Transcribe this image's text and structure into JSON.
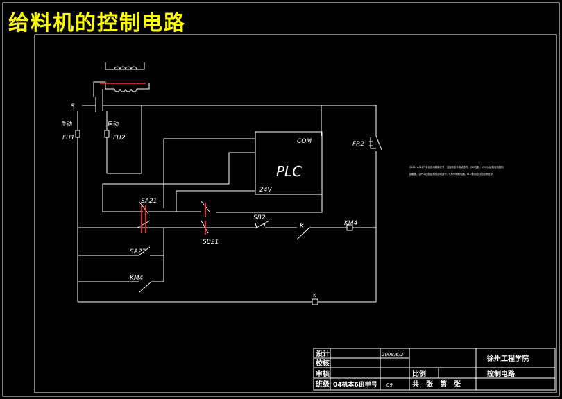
{
  "title": "给料机的控制电路",
  "colors": {
    "background": "#000000",
    "wire": "#ffffff",
    "title": "#ffff00",
    "highlight": "#ff3333"
  },
  "labels": {
    "s": "S",
    "manual": "手动",
    "auto": "自动",
    "fu1": "FU1",
    "fu2": "FU2",
    "plc": "PLC",
    "com": "COM",
    "v24": "24V",
    "fr2": "FR2",
    "sa21": "SA21",
    "sb21": "SB21",
    "sb2": "SB2",
    "k_contact": "K",
    "km4_coil": "KM4",
    "sa22": "SA22",
    "km4_contact": "KM4",
    "k_coil": "K"
  },
  "note": {
    "line1": "SA21, SA22为手动自动转换开关；当旋转至手动状态时，SB2控制，KM4为给料电机控制",
    "line2": "接触器，由PLC控制给料的自动运行，K为中间继电器，PLC输出给料的启停信号。"
  },
  "title_block": {
    "row_design": "设计",
    "row_check": "校核",
    "row_review": "审核",
    "row_class": "班级",
    "date": "2008/6/2",
    "scale": "比例",
    "class_value": "04机本6班学号",
    "student_no": "09",
    "sheets": "共　张　第　张",
    "school": "徐州工程学院",
    "drawing_name": "控制电路"
  }
}
